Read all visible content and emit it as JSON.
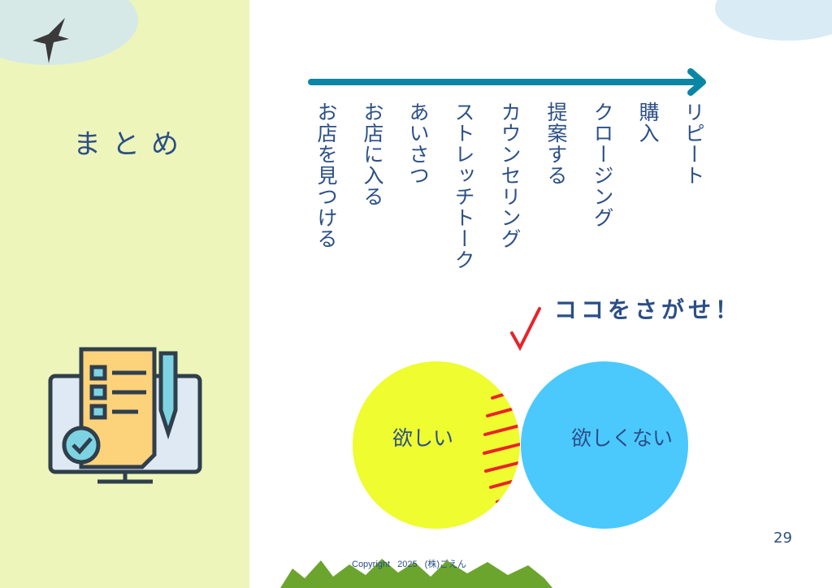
{
  "slide": {
    "title": "まとめ",
    "steps": [
      "リピート",
      "購入",
      "クロージング",
      "提案する",
      "カウンセリング",
      "ストレッチトーク",
      "あいさつ",
      "お店に入る",
      "お店を見つける"
    ],
    "callout": "ココをさがせ！",
    "venn": {
      "left_label": "欲しい",
      "right_label": "欲しくない"
    },
    "page_number": "29",
    "copyright": "Copyright 2025 (株)ごえん",
    "colors": {
      "sidebar": "#eef5bb",
      "arrow": "#0a86a5",
      "text": "#2b4f86",
      "yellow": "#eefc30",
      "blue": "#4bc9fd",
      "overlap": "#49c72f",
      "stripes": "#e8242a"
    }
  }
}
